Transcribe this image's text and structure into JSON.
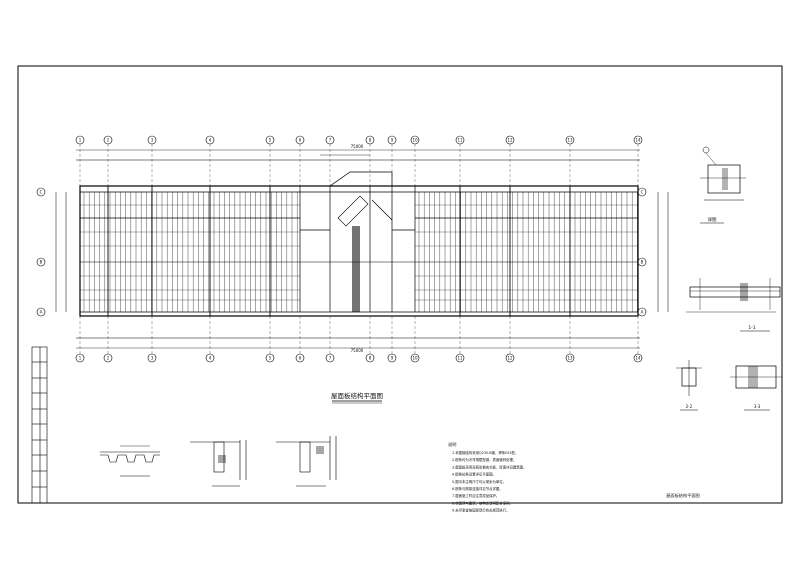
{
  "drawing": {
    "main_plan_title": "屋面板结构平面图",
    "sheet_caption": "屋面板结构平面图",
    "section_title_b": "1-1",
    "section_title_c": "2-2",
    "section_title_d": "3-3",
    "detail_title_a": "详图",
    "notes_heading": "说明",
    "notes": [
      "1.本图钢结构采用Q235-B钢，焊条E43型。",
      "2.檩条均为冷弯薄壁型钢，表面镀锌处理。",
      "3.屋面板采用双层彩钢夹芯板，厚度详见建筑图。",
      "4.檩条拉条设置详见平面图。",
      "5.图中未注明尺寸均以毫米为单位。",
      "6.檩条与刚架连接详见节点详图。",
      "7.屋面施工时应注意成品保护。",
      "8.本图须与建筑、结构总说明配合使用。",
      "9.未尽事宜按国家现行有关规范执行。"
    ],
    "dim_total": "75000",
    "grid_top": [
      "1",
      "2",
      "3",
      "4",
      "5",
      "6",
      "7",
      "8",
      "9",
      "10",
      "11",
      "12",
      "13",
      "14"
    ],
    "grid_side": [
      "C",
      "B",
      "A"
    ]
  }
}
